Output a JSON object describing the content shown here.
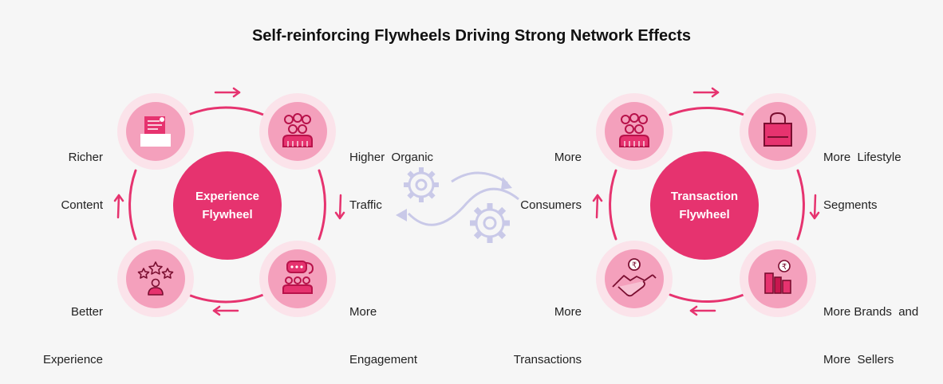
{
  "title": "Self-reinforcing Flywheels Driving Strong Network Effects",
  "colors": {
    "accent": "#e6336f",
    "node_fill": "#f4a0bc",
    "node_halo": "#fbe3ea",
    "gear": "#c9c9e8"
  },
  "experience": {
    "center": [
      "Experience",
      "Flywheel"
    ],
    "nodes": [
      {
        "icon": "content-document-icon",
        "label": [
          "Richer",
          "Content"
        ]
      },
      {
        "icon": "people-group-icon",
        "label": [
          "Higher  Organic",
          "Traffic"
        ]
      },
      {
        "icon": "chat-bubbles-icon",
        "label": [
          "More",
          "Engagement"
        ]
      },
      {
        "icon": "star-rating-icon",
        "label": [
          "Better",
          "Experience"
        ]
      }
    ]
  },
  "transaction": {
    "center": [
      "Transaction",
      "Flywheel"
    ],
    "nodes": [
      {
        "icon": "people-group-icon",
        "label": [
          "More",
          "Consumers"
        ]
      },
      {
        "icon": "shopping-bag-icon",
        "label": [
          "More  Lifestyle",
          "Segments"
        ]
      },
      {
        "icon": "brands-products-icon",
        "label": [
          "More Brands  and",
          "More  Sellers"
        ]
      },
      {
        "icon": "handshake-rupee-icon",
        "label": [
          "More",
          "Transactions"
        ]
      }
    ]
  }
}
